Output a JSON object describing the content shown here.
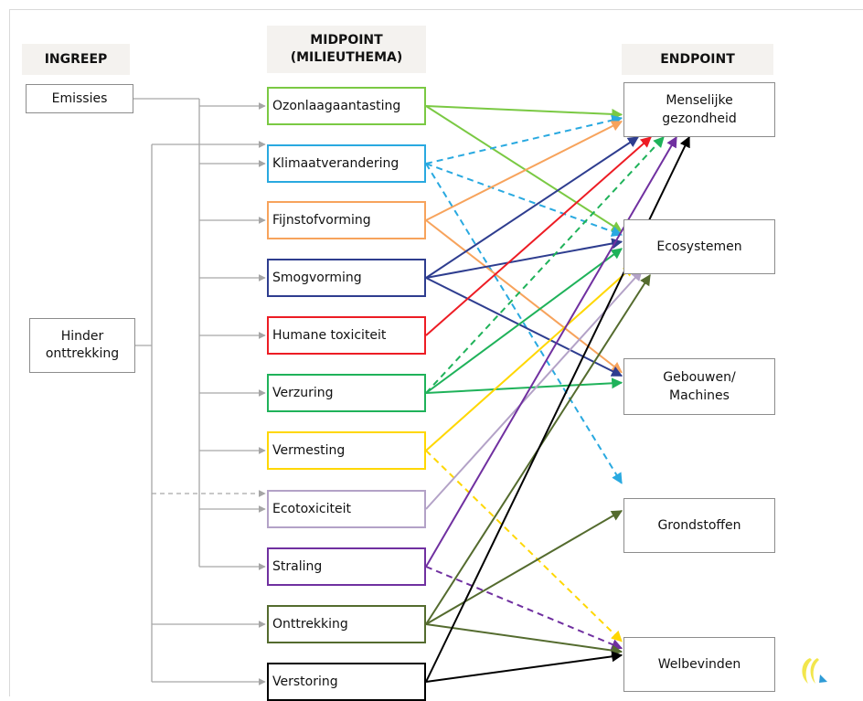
{
  "headers": {
    "ingreep": "INGREEP",
    "midpoint_line1": "MIDPOINT",
    "midpoint_line2": "(MILIEUTHEMA)",
    "endpoint": "ENDPOINT"
  },
  "sources": [
    {
      "id": "emissies",
      "label": "Emissies"
    },
    {
      "id": "hinder",
      "line1": "Hinder",
      "line2": "onttrekking"
    }
  ],
  "midpoints": [
    {
      "id": "ozon",
      "label": "Ozonlaagaantasting",
      "color": "#7ac943"
    },
    {
      "id": "klimaat",
      "label": "Klimaatverandering",
      "color": "#29a9e0"
    },
    {
      "id": "fijnstof",
      "label": "Fijnstofvorming",
      "color": "#f7a35c"
    },
    {
      "id": "smog",
      "label": "Smogvorming",
      "color": "#2e3d8f"
    },
    {
      "id": "humane",
      "label": "Humane toxiciteit",
      "color": "#ed1c24"
    },
    {
      "id": "verzuring",
      "label": "Verzuring",
      "color": "#1fb25a"
    },
    {
      "id": "vermesting",
      "label": "Vermesting",
      "color": "#ffd700"
    },
    {
      "id": "ecotox",
      "label": "Ecotoxiciteit",
      "color": "#b3a2c7"
    },
    {
      "id": "straling",
      "label": "Straling",
      "color": "#7030a0"
    },
    {
      "id": "onttrekking",
      "label": "Onttrekking",
      "color": "#546b2e"
    },
    {
      "id": "verstoring",
      "label": "Verstoring",
      "color": "#000000"
    }
  ],
  "endpoints": [
    {
      "id": "mens",
      "line1": "Menselijke",
      "line2": "gezondheid"
    },
    {
      "id": "eco",
      "line1": "Ecosystemen",
      "line2": ""
    },
    {
      "id": "gebouwen",
      "line1": "Gebouwen/",
      "line2": "Machines"
    },
    {
      "id": "grond",
      "line1": "Grondstoffen",
      "line2": ""
    },
    {
      "id": "welbevinden",
      "line1": "Welbevinden",
      "line2": ""
    }
  ],
  "links": [
    {
      "from": "ozon",
      "to": "mens",
      "style": "solid"
    },
    {
      "from": "ozon",
      "to": "eco",
      "style": "solid"
    },
    {
      "from": "klimaat",
      "to": "mens",
      "style": "dashed"
    },
    {
      "from": "klimaat",
      "to": "eco",
      "style": "dashed"
    },
    {
      "from": "klimaat",
      "to": "grond",
      "style": "dashed"
    },
    {
      "from": "fijnstof",
      "to": "mens",
      "style": "solid"
    },
    {
      "from": "fijnstof",
      "to": "gebouwen",
      "style": "solid"
    },
    {
      "from": "smog",
      "to": "mens",
      "style": "solid"
    },
    {
      "from": "smog",
      "to": "eco",
      "style": "solid"
    },
    {
      "from": "smog",
      "to": "gebouwen",
      "style": "solid"
    },
    {
      "from": "humane",
      "to": "mens",
      "style": "solid"
    },
    {
      "from": "verzuring",
      "to": "mens",
      "style": "dashed"
    },
    {
      "from": "verzuring",
      "to": "eco",
      "style": "solid"
    },
    {
      "from": "verzuring",
      "to": "gebouwen",
      "style": "solid"
    },
    {
      "from": "vermesting",
      "to": "eco",
      "style": "solid"
    },
    {
      "from": "vermesting",
      "to": "welbevinden",
      "style": "dashed"
    },
    {
      "from": "ecotox",
      "to": "eco",
      "style": "solid"
    },
    {
      "from": "straling",
      "to": "mens",
      "style": "solid"
    },
    {
      "from": "straling",
      "to": "welbevinden",
      "style": "dashed"
    },
    {
      "from": "onttrekking",
      "to": "eco",
      "style": "solid"
    },
    {
      "from": "onttrekking",
      "to": "grond",
      "style": "solid"
    },
    {
      "from": "onttrekking",
      "to": "welbevinden",
      "style": "solid"
    },
    {
      "from": "verstoring",
      "to": "mens",
      "style": "solid"
    },
    {
      "from": "verstoring",
      "to": "welbevinden",
      "style": "solid"
    }
  ],
  "connector_color": "#a6a6a6",
  "logo": {
    "icon": "organization-logo-icon",
    "colors": [
      "#f2e64c",
      "#2e9bd6"
    ]
  }
}
